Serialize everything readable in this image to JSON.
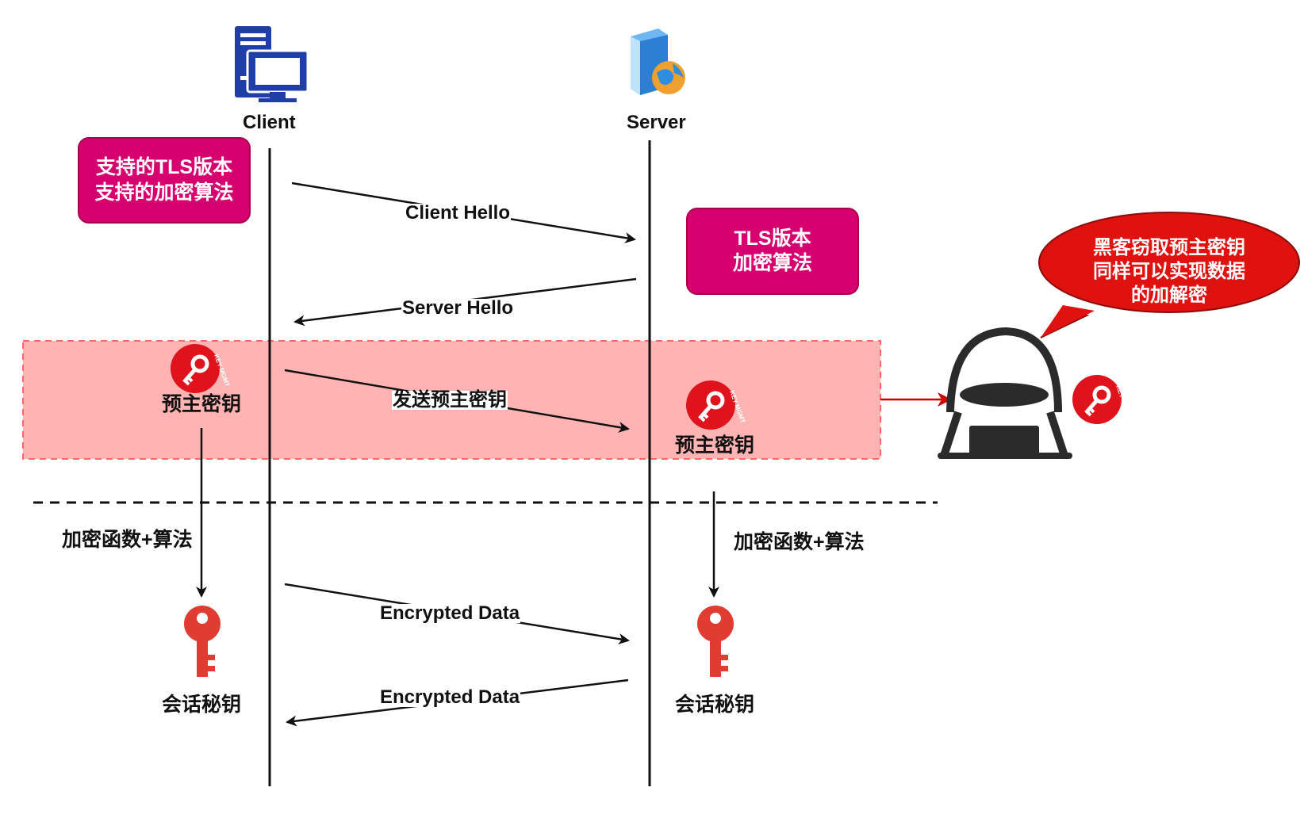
{
  "actors": {
    "client": "Client",
    "server": "Server"
  },
  "client_box": {
    "line1": "支持的TLS版本",
    "line2": "支持的加密算法"
  },
  "server_box": {
    "line1": "TLS版本",
    "line2": "加密算法"
  },
  "messages": {
    "client_hello": "Client Hello",
    "server_hello": "Server Hello",
    "send_premaster": "发送预主密钥",
    "encrypted_data_1": "Encrypted Data",
    "encrypted_data_2": "Encrypted Data"
  },
  "labels": {
    "premaster_client": "预主密钥",
    "premaster_server": "预主密钥",
    "derive_client": "加密函数+算法",
    "derive_server": "加密函数+算法",
    "session_client": "会话秘钥",
    "session_server": "会话秘钥",
    "key_badge_text": "KEY MGMT"
  },
  "hacker_bubble": {
    "line1": "黑客窃取预主密钥",
    "line2": "同样可以实现数据",
    "line3": "的加解密"
  },
  "colors": {
    "magenta_box": "#d6006e",
    "highlight_band": "#ffb3b3",
    "bubble_red": "#e0120f",
    "key_red": "#e03c31",
    "client_icon_blue": "#1f3ea6"
  }
}
